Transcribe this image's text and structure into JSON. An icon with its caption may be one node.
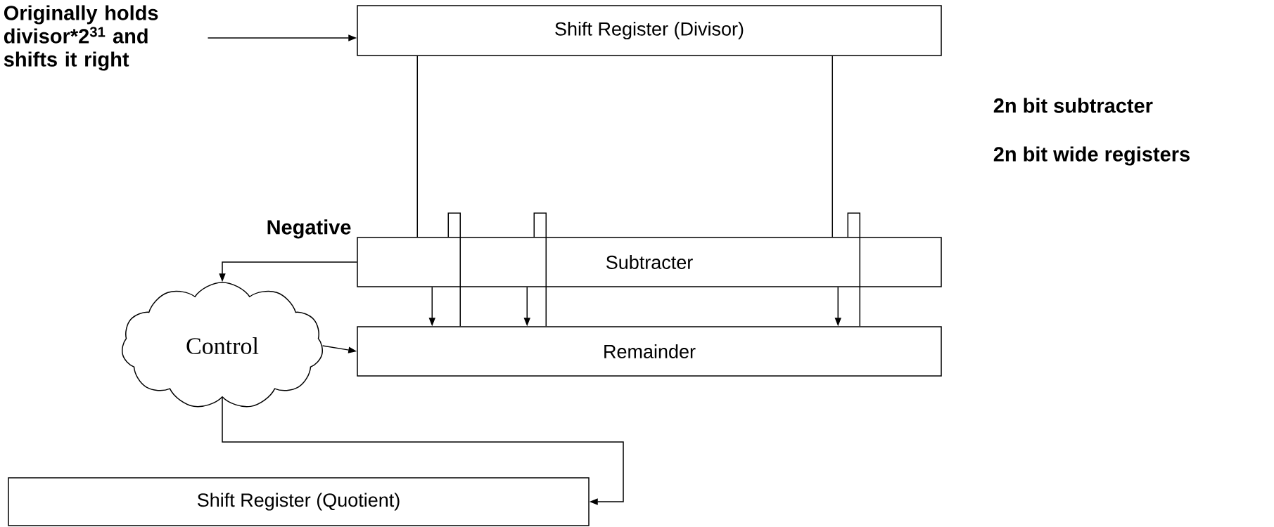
{
  "diagram": {
    "nodes": [
      {
        "text": [
          "Originally holds divisor*2$^{31}$ and shifts it right"
        ]
      },
      {
        "text": [
          "Shift Register (Divisor)"
        ]
      },
      {
        "text": [
          "Subtracter"
        ]
      },
      {
        "text": [
          "Remainder"
        ]
      },
      {
        "text": [
          "Control"
        ]
      },
      {
        "text": [
          "Shift Register (Quotient)"
        ]
      }
    ],
    "edges": [
      {
        "from": 0,
        "to": 1,
        "arrow": "to"
      },
      {
        "from": 1,
        "to": 2,
        "arrow": "none"
      },
      {
        "from": 1,
        "to": 2,
        "arrow": "none"
      },
      {
        "from": 2,
        "to": 3,
        "arrow": "to"
      },
      {
        "from": 2,
        "to": 3,
        "arrow": "to"
      },
      {
        "from": 2,
        "to": 3,
        "arrow": "to"
      },
      {
        "from": 3,
        "to": 2,
        "arrow": "none"
      },
      {
        "from": 3,
        "to": 2,
        "arrow": "none"
      },
      {
        "from": 3,
        "to": 2,
        "arrow": "none"
      },
      {
        "from": 2,
        "to": 4,
        "arrow": "to",
        "label": "Negative"
      },
      {
        "from": 4,
        "to": 3,
        "arrow": "to"
      },
      {
        "from": 4,
        "to": 5,
        "arrow": "to"
      }
    ],
    "labels": [
      "2n bit subtracter",
      "2n bit wide registers"
    ]
  }
}
